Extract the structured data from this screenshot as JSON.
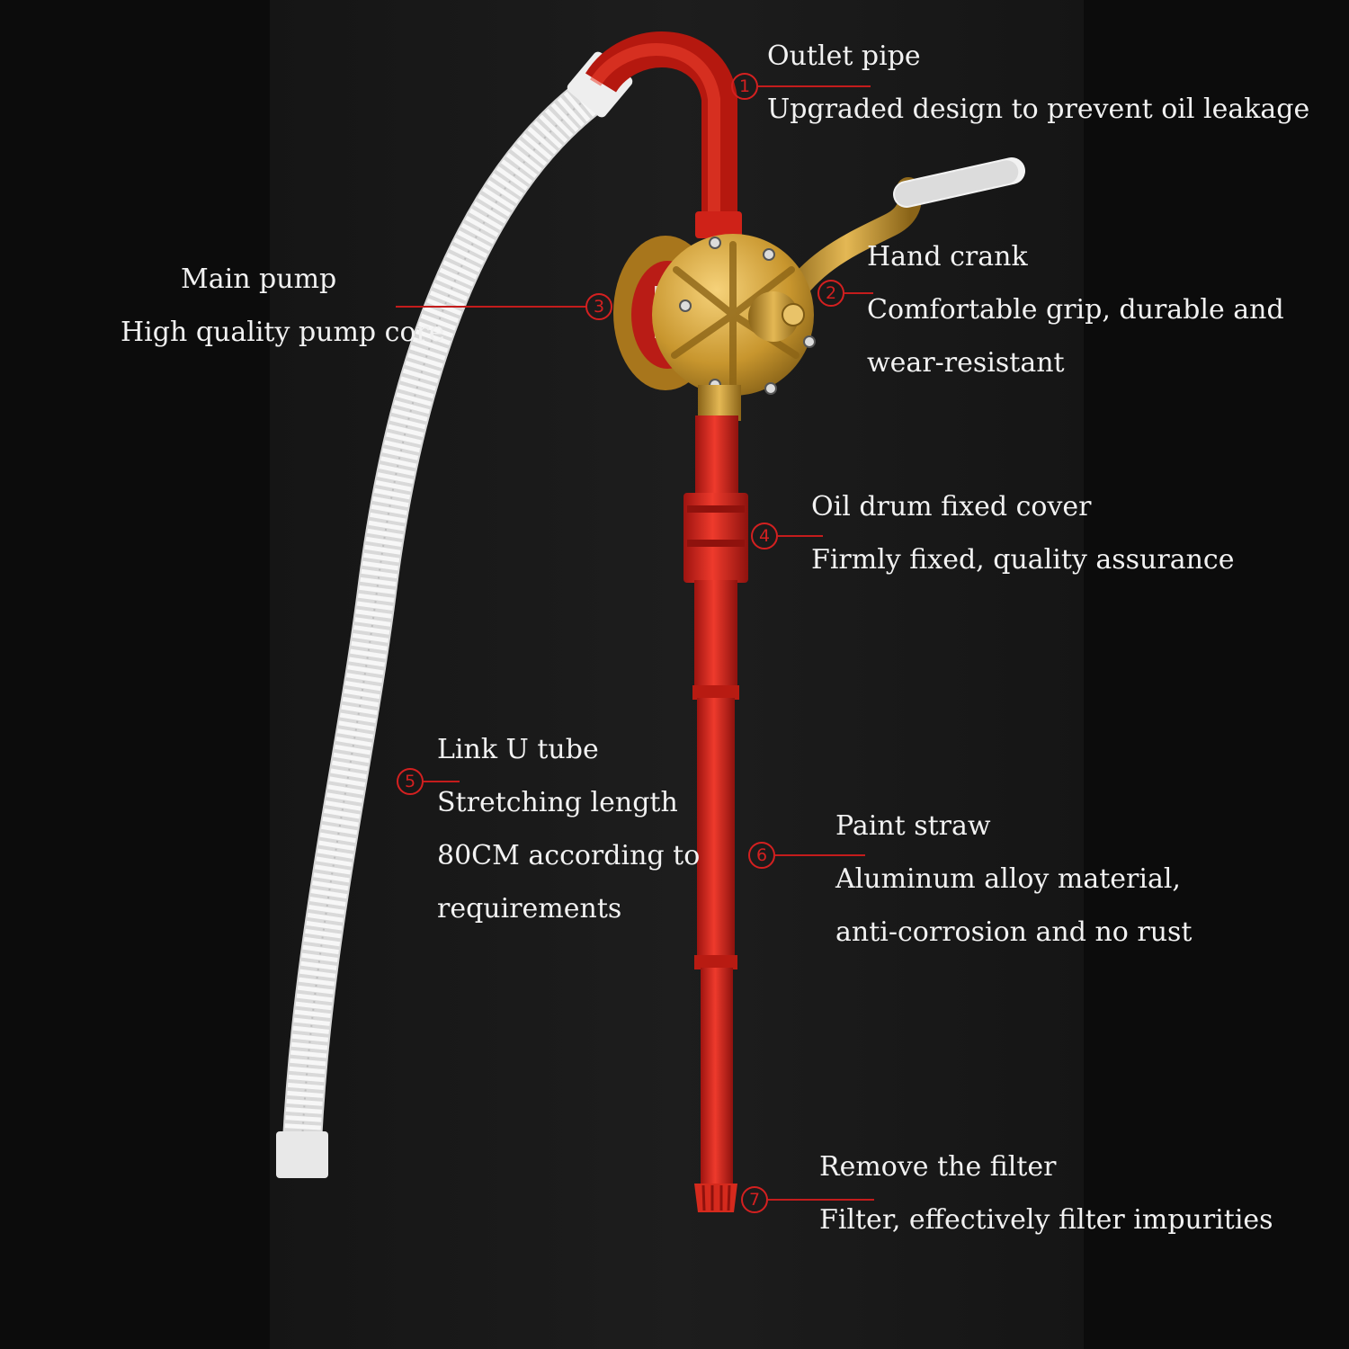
{
  "colors": {
    "background": "#0c0c0c",
    "accent": "#d42020",
    "pipe": "#e0261e",
    "brass": "#c8962e",
    "hose": "#eeeeee"
  },
  "callouts": [
    {
      "number": "1",
      "title": "Outlet pipe",
      "lines": [
        "Upgraded design to prevent oil leakage"
      ]
    },
    {
      "number": "2",
      "title": "Hand crank",
      "lines": [
        "Comfortable grip, durable and",
        "wear-resistant"
      ]
    },
    {
      "number": "3",
      "title": "Main pump",
      "lines": [
        "High quality pump core"
      ]
    },
    {
      "number": "4",
      "title": "Oil drum fixed cover",
      "lines": [
        "Firmly fixed, quality assurance"
      ]
    },
    {
      "number": "5",
      "title": "Link U tube",
      "lines": [
        "Stretching length",
        "80CM according to",
        "requirements"
      ]
    },
    {
      "number": "6",
      "title": "Paint straw",
      "lines": [
        "Aluminum alloy material,",
        "anti-corrosion and no rust"
      ]
    },
    {
      "number": "7",
      "title": "Remove the filter",
      "lines": [
        "Filter, effectively filter impurities"
      ]
    }
  ]
}
